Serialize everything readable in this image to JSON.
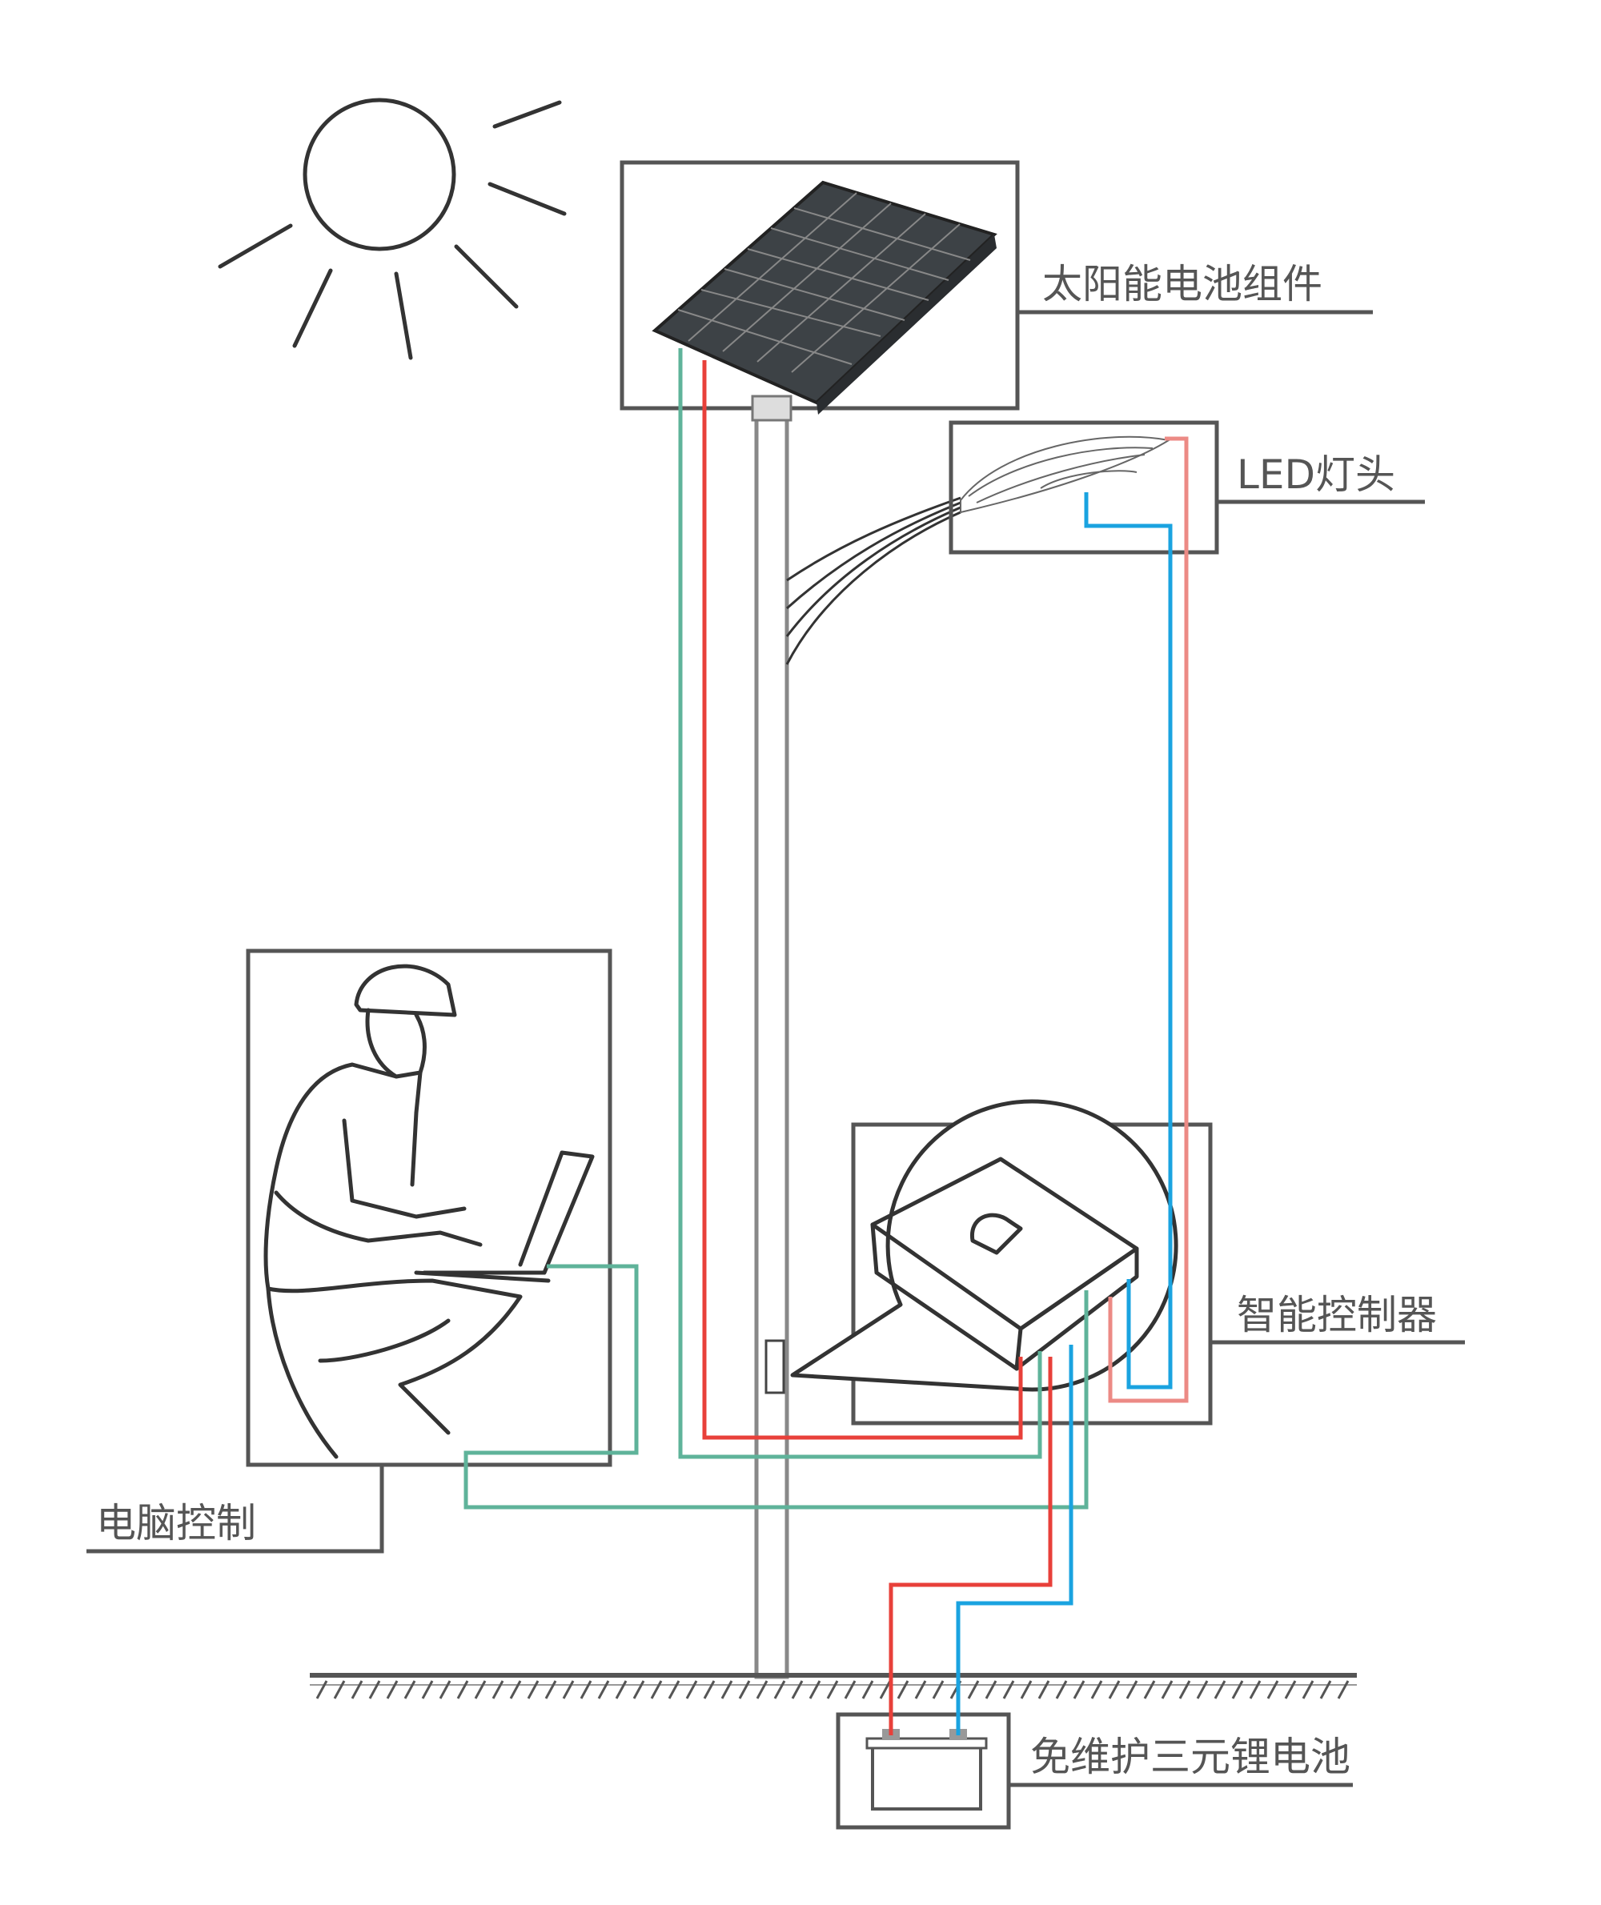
{
  "title": "Solar street light system diagram",
  "labels": {
    "solar_panel": "太阳能电池组件",
    "led_head": "LED灯头",
    "controller": "智能控制器",
    "computer_control": "电脑控制",
    "battery": "免维护三元锂电池"
  },
  "colors": {
    "positive_wire": "#e8403a",
    "negative_wire": "#1aa3e0",
    "signal_wire": "#5fb39a",
    "outline": "#555555"
  }
}
